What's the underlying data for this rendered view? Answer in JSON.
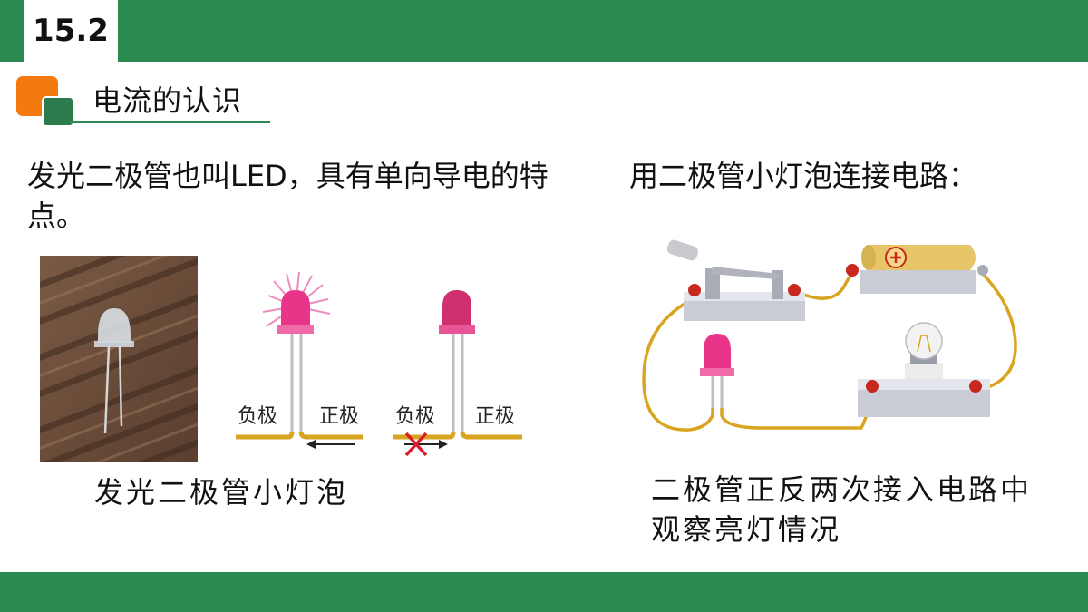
{
  "header": {
    "section_number": "15.2"
  },
  "section": {
    "title": "电流的认识"
  },
  "left": {
    "text": "发光二极管也叫LED，具有单向导电的特点。",
    "photo_caption": "发光二极管小灯泡",
    "diagram": {
      "negative_label": "负极",
      "positive_label": "正极"
    }
  },
  "right": {
    "text": "用二极管小灯泡连接电路：",
    "caption": "二极管正反两次接入电路中观察亮灯情况"
  },
  "colors": {
    "green_bar": "#2a8a4f",
    "orange_accent": "#f47a10",
    "led_pink": "#e8358a",
    "wire_yellow": "#d9a520",
    "cross_red": "#d81e2c"
  }
}
